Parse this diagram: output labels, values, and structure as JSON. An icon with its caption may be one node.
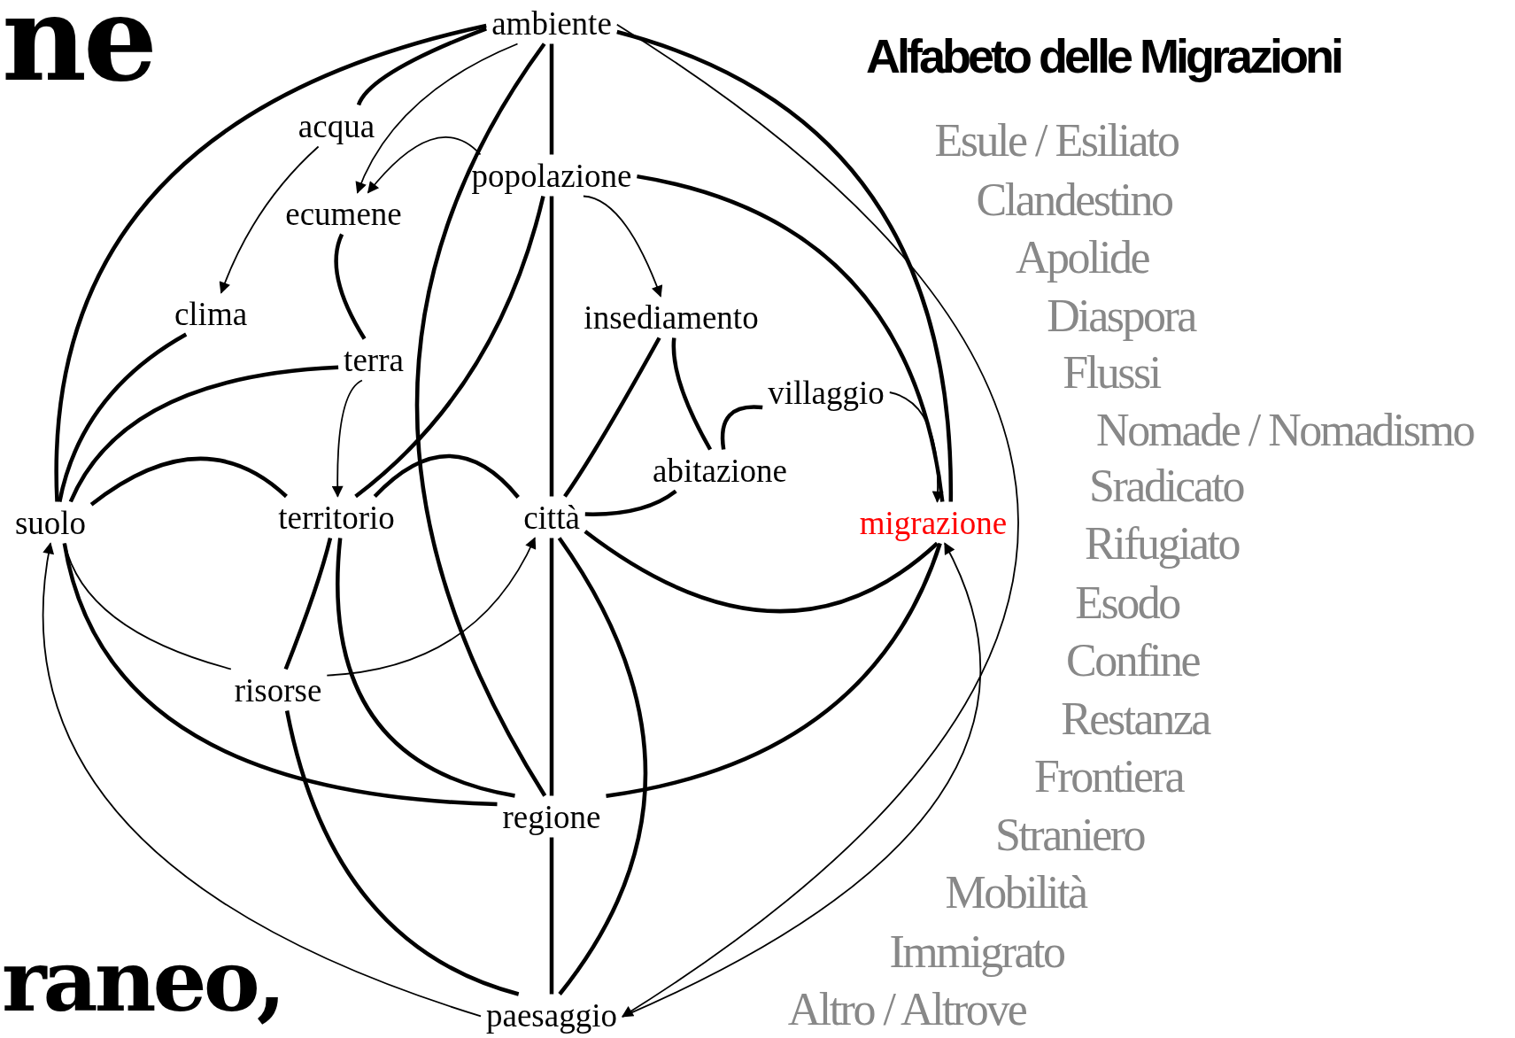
{
  "diagram": {
    "title": "Alfabeto delle Migrazioni",
    "nodes": [
      {
        "text": [
          "ambiente"
        ]
      },
      {
        "text": [
          "acqua"
        ]
      },
      {
        "text": [
          "popolazione"
        ]
      },
      {
        "text": [
          "ecumene"
        ]
      },
      {
        "text": [
          "clima"
        ]
      },
      {
        "text": [
          "insediamento"
        ]
      },
      {
        "text": [
          "terra"
        ]
      },
      {
        "text": [
          "villaggio"
        ]
      },
      {
        "text": [
          "abitazione"
        ]
      },
      {
        "text": [
          "suolo"
        ]
      },
      {
        "text": [
          "territorio"
        ]
      },
      {
        "text": [
          "città"
        ]
      },
      {
        "text": [
          "migrazione"
        ]
      },
      {
        "text": [
          "risorse"
        ]
      },
      {
        "text": [
          "regione"
        ]
      },
      {
        "text": [
          "paesaggio"
        ]
      }
    ],
    "edges": [
      {
        "from": 0,
        "to": 9,
        "arrow": "none"
      },
      {
        "from": 0,
        "to": 1,
        "arrow": "none"
      },
      {
        "from": 0,
        "to": 3,
        "arrow": "to"
      },
      {
        "from": 0,
        "to": 14,
        "arrow": "none"
      },
      {
        "from": 0,
        "to": 2,
        "arrow": "none"
      },
      {
        "from": 0,
        "to": 12,
        "arrow": "none"
      },
      {
        "from": 0,
        "to": 15,
        "arrow": "to"
      },
      {
        "from": 1,
        "to": 4,
        "arrow": "to"
      },
      {
        "from": 2,
        "to": 3,
        "arrow": "to"
      },
      {
        "from": 2,
        "to": 10,
        "arrow": "none"
      },
      {
        "from": 2,
        "to": 11,
        "arrow": "none"
      },
      {
        "from": 2,
        "to": 5,
        "arrow": "to"
      },
      {
        "from": 2,
        "to": 12,
        "arrow": "none"
      },
      {
        "from": 3,
        "to": 6,
        "arrow": "none"
      },
      {
        "from": 4,
        "to": 9,
        "arrow": "none"
      },
      {
        "from": 6,
        "to": 9,
        "arrow": "none"
      },
      {
        "from": 6,
        "to": 10,
        "arrow": "to"
      },
      {
        "from": 9,
        "to": 10,
        "arrow": "none"
      },
      {
        "from": 10,
        "to": 11,
        "arrow": "none"
      },
      {
        "from": 5,
        "to": 11,
        "arrow": "none"
      },
      {
        "from": 5,
        "to": 8,
        "arrow": "none"
      },
      {
        "from": 7,
        "to": 8,
        "arrow": "none"
      },
      {
        "from": 7,
        "to": 12,
        "arrow": "to"
      },
      {
        "from": 8,
        "to": 11,
        "arrow": "none"
      },
      {
        "from": 9,
        "to": 13,
        "arrow": "none"
      },
      {
        "from": 13,
        "to": 11,
        "arrow": "to"
      },
      {
        "from": 15,
        "to": 9,
        "arrow": "to"
      },
      {
        "from": 15,
        "to": 12,
        "arrow": "to"
      },
      {
        "from": 9,
        "to": 14,
        "arrow": "none"
      },
      {
        "from": 10,
        "to": 13,
        "arrow": "none"
      },
      {
        "from": 13,
        "to": 15,
        "arrow": "none"
      },
      {
        "from": 10,
        "to": 14,
        "arrow": "none"
      },
      {
        "from": 11,
        "to": 14,
        "arrow": "none"
      },
      {
        "from": 11,
        "to": 15,
        "arrow": "none"
      },
      {
        "from": 11,
        "to": 12,
        "arrow": "none"
      },
      {
        "from": 14,
        "to": 12,
        "arrow": "none"
      },
      {
        "from": 14,
        "to": 15,
        "arrow": "none"
      }
    ],
    "labels": [
      "ne",
      "raneo,",
      "Esule / Esiliato",
      "Clandestino",
      "Apolide",
      "Diaspora",
      "Flussi",
      "Nomade / Nomadismo",
      "Sradicato",
      "Rifugiato",
      "Esodo",
      "Confine",
      "Restanza",
      "Frontiera",
      "Straniero",
      "Mobilità",
      "Immigrato",
      "Altro / Altrove"
    ]
  }
}
